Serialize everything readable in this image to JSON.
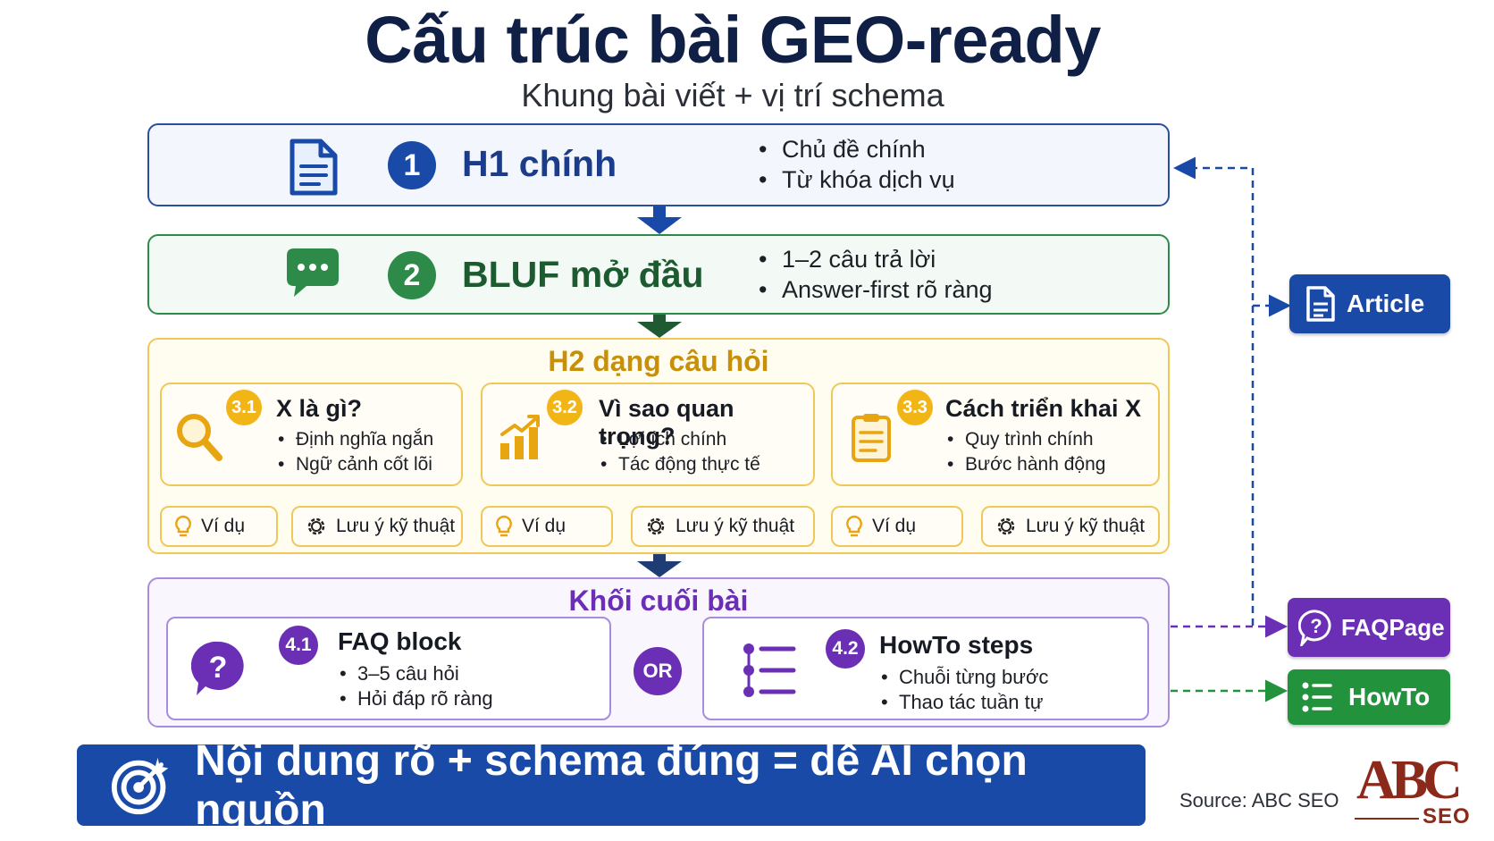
{
  "title": "Cấu trúc bài GEO-ready",
  "subtitle": "Khung bài viết + vị trí schema",
  "sections": {
    "h1": {
      "number": "1",
      "label": "H1 chính",
      "icon": "document-icon",
      "bullets": [
        "Chủ đề chính",
        "Từ khóa dịch vụ"
      ],
      "color": "#1a4aa8"
    },
    "bluf": {
      "number": "2",
      "label": "BLUF mở đầu",
      "icon": "chat-bubble-icon",
      "bullets": [
        "1–2 câu trả lời",
        "Answer-first rõ ràng"
      ],
      "color": "#2e8a48"
    },
    "h2": {
      "title": "H2 dạng câu hỏi",
      "color": "#d49a0a",
      "cards": [
        {
          "badge": "3.1",
          "title": "X là gì?",
          "icon": "magnifier-icon",
          "bullets": [
            "Định nghĩa ngắn",
            "Ngữ cảnh cốt lõi"
          ],
          "pill_example": "Ví dụ",
          "pill_note": "Lưu ý kỹ thuật"
        },
        {
          "badge": "3.2",
          "title": "Vì sao quan trọng?",
          "icon": "growth-chart-icon",
          "bullets": [
            "Lợi ích chính",
            "Tác động thực tế"
          ],
          "pill_example": "Ví dụ",
          "pill_note": "Lưu ý kỹ thuật"
        },
        {
          "badge": "3.3",
          "title": "Cách triển khai X",
          "icon": "checklist-icon",
          "bullets": [
            "Quy trình chính",
            "Bước hành động"
          ],
          "pill_example": "Ví dụ",
          "pill_note": "Lưu ý kỹ thuật"
        }
      ]
    },
    "end": {
      "title": "Khối cuối bài",
      "color": "#6a2fb5",
      "or_label": "OR",
      "faq": {
        "badge": "4.1",
        "title": "FAQ block",
        "icon": "question-bubble-icon",
        "bullets": [
          "3–5 câu hỏi",
          "Hỏi đáp rõ ràng"
        ]
      },
      "howto": {
        "badge": "4.2",
        "title": "HowTo steps",
        "icon": "step-list-icon",
        "bullets": [
          "Chuỗi từng bước",
          "Thao tác tuần tự"
        ]
      }
    }
  },
  "schemas": {
    "article": {
      "label": "Article",
      "color": "#1a4aa8",
      "icon": "document-icon"
    },
    "faqpage": {
      "label": "FAQPage",
      "color": "#6a2fb5",
      "icon": "question-bubble-icon"
    },
    "howto": {
      "label": "HowTo",
      "color": "#23923d",
      "icon": "step-list-icon"
    }
  },
  "banner": {
    "text": "Nội dung rõ + schema đúng = dễ AI chọn nguồn",
    "icon": "target-icon"
  },
  "source": "Source: ABC SEO",
  "logo": {
    "main": "ABC",
    "sub": "SEO"
  }
}
